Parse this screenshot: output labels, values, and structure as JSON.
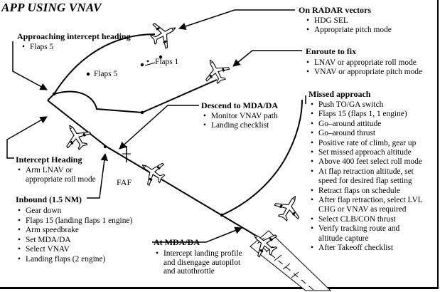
{
  "title": "APP USING VNAV",
  "sections": {
    "radar": {
      "heading": "On RADAR vectors",
      "items": [
        "HDG SEL",
        "Appropriate pitch mode"
      ]
    },
    "approaching": {
      "heading": "Approaching intercept heading",
      "items": [
        "Flaps 5"
      ]
    },
    "enroute": {
      "heading": "Enroute to fix",
      "items": [
        "LNAV or appropriate roll mode",
        "VNAV or appropriate pitch mode"
      ]
    },
    "descend": {
      "heading": "Descend to MDA/DA",
      "items": [
        "Monitor VNAV path",
        "Landing checklist"
      ]
    },
    "missed": {
      "heading": "Missed approach",
      "items": [
        "Push TO/GA switch",
        "Flaps 15 (flaps 1, 1 engine)",
        "Go–around attitude",
        "Go–around thrust",
        "Positive rate of climb, gear up",
        "Set missed approach altitude",
        "Above 400 feet select roll mode",
        "At flap retraction altitude, set",
        "speed for desired flap setting",
        "Retract flaps on schedule",
        "After flap retraction, select LVL",
        "CHG or VNAV as required",
        "Select CLB/CON thrust",
        "Verify tracking route and",
        "altitude capture",
        "After Takeoff checklist"
      ]
    },
    "intercept": {
      "heading": "Intercept Heading",
      "items": [
        "Arm LNAV or",
        "appropriate roll mode"
      ]
    },
    "inbound": {
      "heading": "Inbound (1.5 NM)",
      "items": [
        "Gear down",
        "Flaps 15 (landing flaps 1 engine)",
        "Arm speedbrake",
        "Set MDA/DA",
        "Select VNAV",
        "Landing flaps (2 engine)"
      ]
    },
    "mda": {
      "heading": "At MDA/DA",
      "items": [
        "Intercept landing profile",
        "and disengage autopilot",
        "and autothrottle"
      ]
    }
  },
  "labels": {
    "flaps1": "Flaps 1",
    "flaps5": "Flaps 5",
    "faf": "FAF"
  }
}
